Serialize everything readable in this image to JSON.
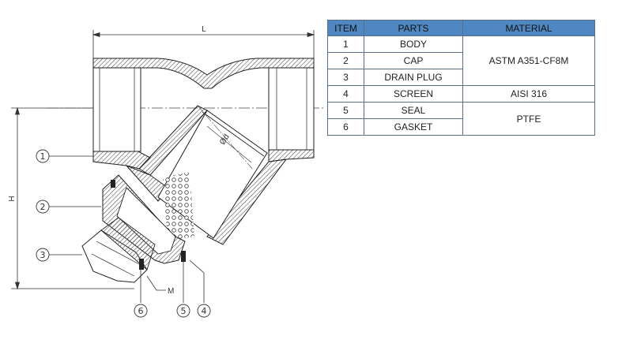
{
  "dimensions": {
    "length": "L",
    "height": "H",
    "diameter": "Ød",
    "thread": "M"
  },
  "callouts": [
    "1",
    "2",
    "3",
    "4",
    "5",
    "6"
  ],
  "table": {
    "headers": [
      "ITEM",
      "PARTS",
      "MATERIAL"
    ],
    "rows": [
      {
        "item": "1",
        "part": "BODY"
      },
      {
        "item": "2",
        "part": "CAP"
      },
      {
        "item": "3",
        "part": "DRAIN PLUG"
      },
      {
        "item": "4",
        "part": "SCREEN"
      },
      {
        "item": "5",
        "part": "SEAL"
      },
      {
        "item": "6",
        "part": "GASKET"
      }
    ],
    "materials": [
      "ASTM A351-CF8M",
      "AISI 316",
      "PTFE"
    ]
  },
  "colors": {
    "header_bg": "#4f87c2",
    "border": "#5a6f86",
    "hatch": "#555555"
  }
}
